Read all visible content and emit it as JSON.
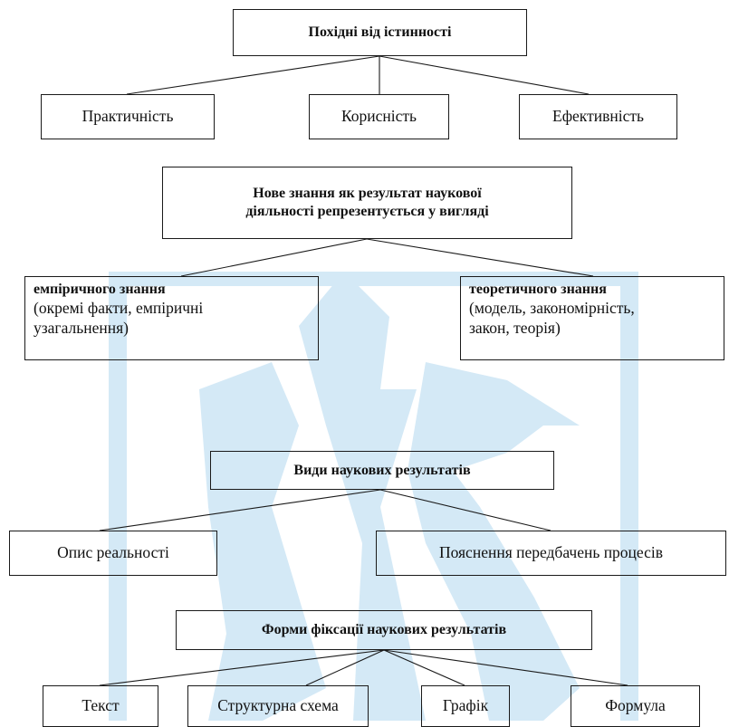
{
  "watermark": {
    "color": "#cfe6f4",
    "accent": "#e2f0f9"
  },
  "top_section": {
    "root": "Похідні від істинності",
    "children": [
      "Практичність",
      "Корисність",
      "Ефективність"
    ]
  },
  "knowledge_section": {
    "root_line1": "Нове знання як результат наукової",
    "root_line2": "діяльності репрезентується у вигляді",
    "empirical": {
      "title": "емпіричного знання",
      "desc_line1": "(окремі факти, емпіричні",
      "desc_line2": "узагальнення)"
    },
    "theoretical": {
      "title": "теоретичного знання",
      "desc_line1": "(модель, закономірність,",
      "desc_line2": "закон, теорія)"
    }
  },
  "results_section": {
    "root": "Види наукових результатів",
    "children": [
      "Опис реальності",
      "Пояснення передбачень процесів"
    ]
  },
  "forms_section": {
    "root": "Форми фіксації наукових результатів",
    "children": [
      "Текст",
      "Структурна схема",
      "Графік",
      "Формула"
    ]
  }
}
